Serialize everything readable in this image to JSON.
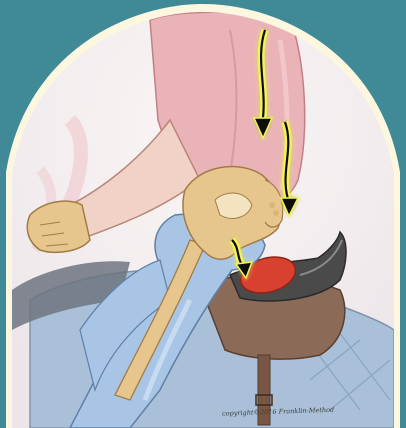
{
  "illustration": {
    "copyright": "copyright©2016 Franklin-Method"
  },
  "colors": {
    "frame": "#3f8a96",
    "arch": "#fdf7df",
    "sky": "#f6eef1",
    "shirt": "#e9b3b8",
    "bone": "#e6c68d",
    "jeans": "#a9c5e6",
    "saddle_seat": "#4a4a4a",
    "saddle_flap": "#8b6a58",
    "pad": "#a9c0d8",
    "highlight_red": "#d8402f",
    "arrow_glow": "#f3f25c"
  },
  "icons": [
    "down-arrow-icon",
    "pelvis-illustration",
    "saddle-illustration"
  ]
}
